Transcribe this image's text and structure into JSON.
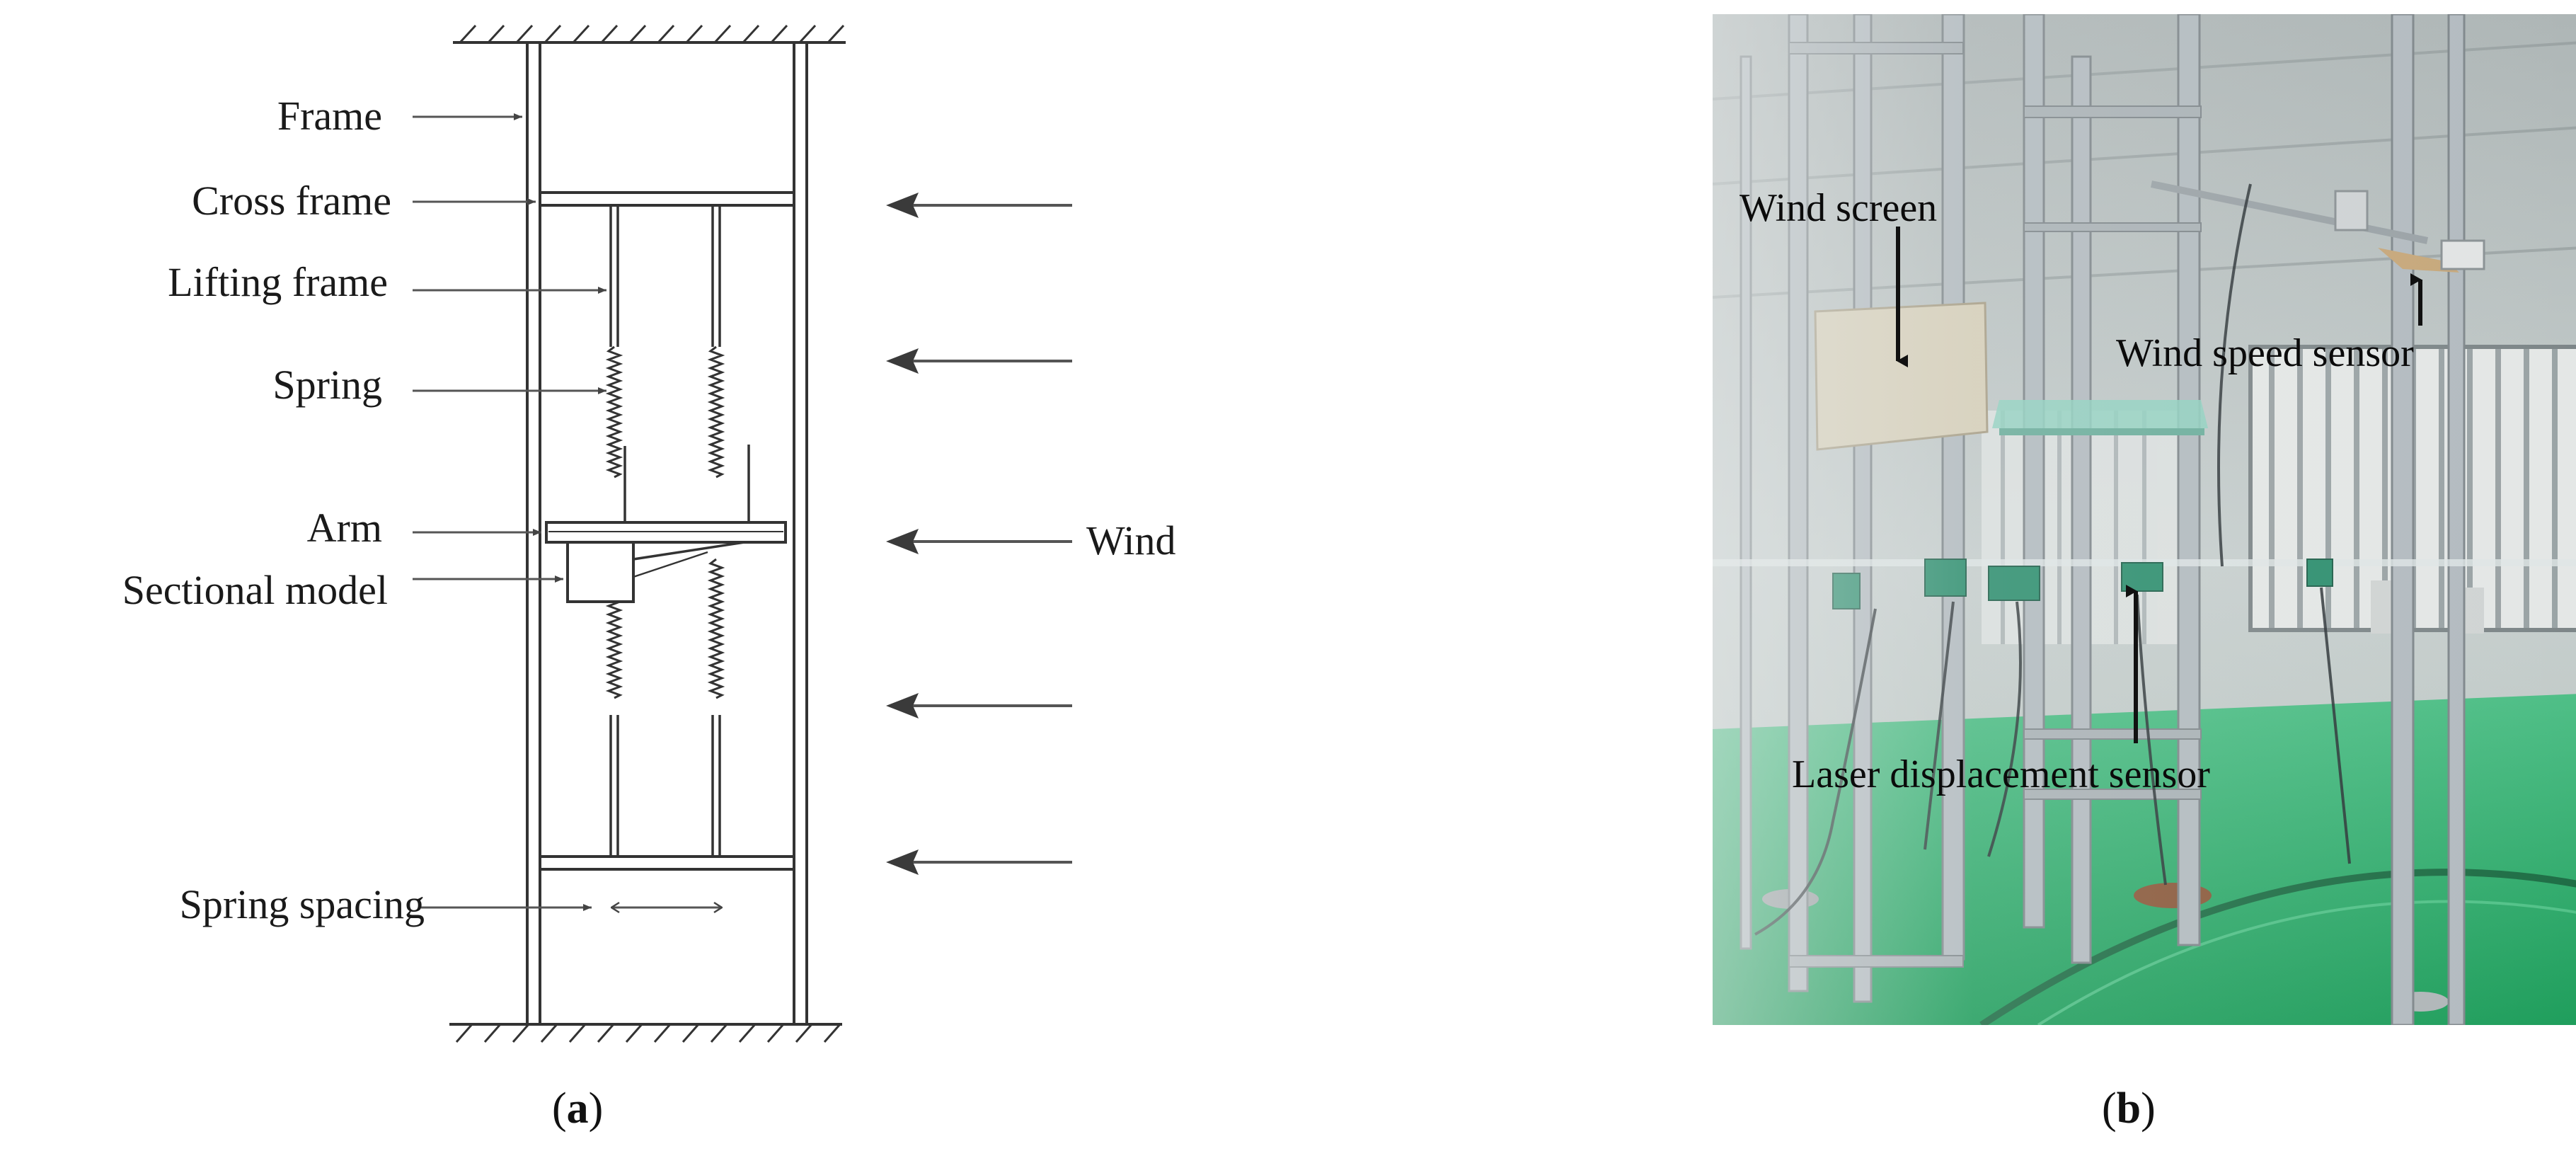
{
  "panel_a": {
    "caption_letter": "a",
    "labels": {
      "frame": "Frame",
      "cross_frame": "Cross frame",
      "lifting_frame": "Lifting frame",
      "spring": "Spring",
      "arm": "Arm",
      "sectional_model": "Sectional model",
      "spring_spacing": "Spring spacing",
      "wind": "Wind"
    }
  },
  "panel_b": {
    "caption_letter": "b",
    "labels": {
      "wind_screen": "Wind screen",
      "wind_speed_sensor": "Wind speed sensor",
      "laser_displacement_sensor": "Laser displacement sensor"
    }
  },
  "colors": {
    "line": "#333333",
    "arrow": "#444444",
    "floor_green": "#2fae6e",
    "wall_grey": "#c9d0cf",
    "aluminium": "#b7bec2",
    "screen_panel": "#d8d1bd"
  }
}
